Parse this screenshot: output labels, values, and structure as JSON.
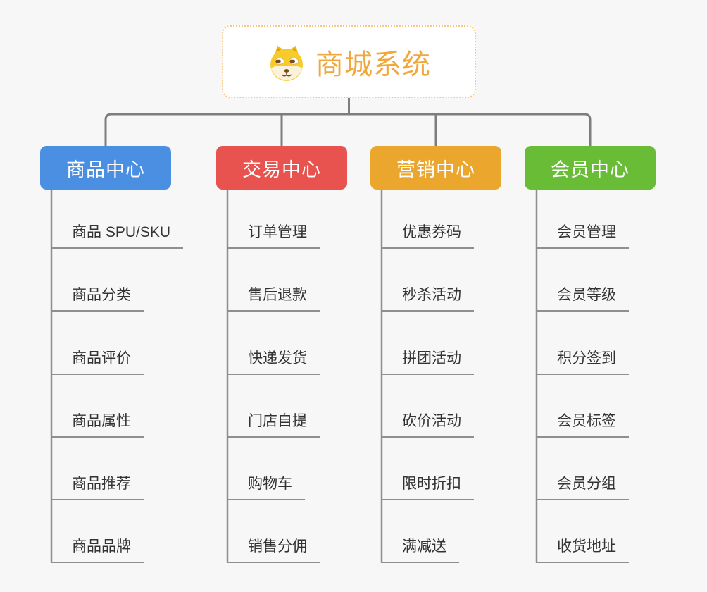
{
  "root": {
    "title": "商城系统",
    "icon": "shiba-dog-icon",
    "border_color": "#f4c97f",
    "title_color": "#f0a73c"
  },
  "branches": [
    {
      "label": "商品中心",
      "color": "#4A8FE2",
      "children": [
        "商品 SPU/SKU",
        "商品分类",
        "商品评价",
        "商品属性",
        "商品推荐",
        "商品品牌"
      ]
    },
    {
      "label": "交易中心",
      "color": "#E8534F",
      "children": [
        "订单管理",
        "售后退款",
        "快递发货",
        "门店自提",
        "购物车",
        "销售分佣"
      ]
    },
    {
      "label": "营销中心",
      "color": "#EBA62E",
      "children": [
        "优惠券码",
        "秒杀活动",
        "拼团活动",
        "砍价活动",
        "限时折扣",
        "满减送"
      ]
    },
    {
      "label": "会员中心",
      "color": "#68BC36",
      "children": [
        "会员管理",
        "会员等级",
        "积分签到",
        "会员标签",
        "会员分组",
        "收货地址"
      ]
    }
  ],
  "colors": {
    "background": "#f7f7f7",
    "connector": "#7d7d7d",
    "leaf_underline": "#8f8f8f",
    "leaf_text": "#333333"
  }
}
